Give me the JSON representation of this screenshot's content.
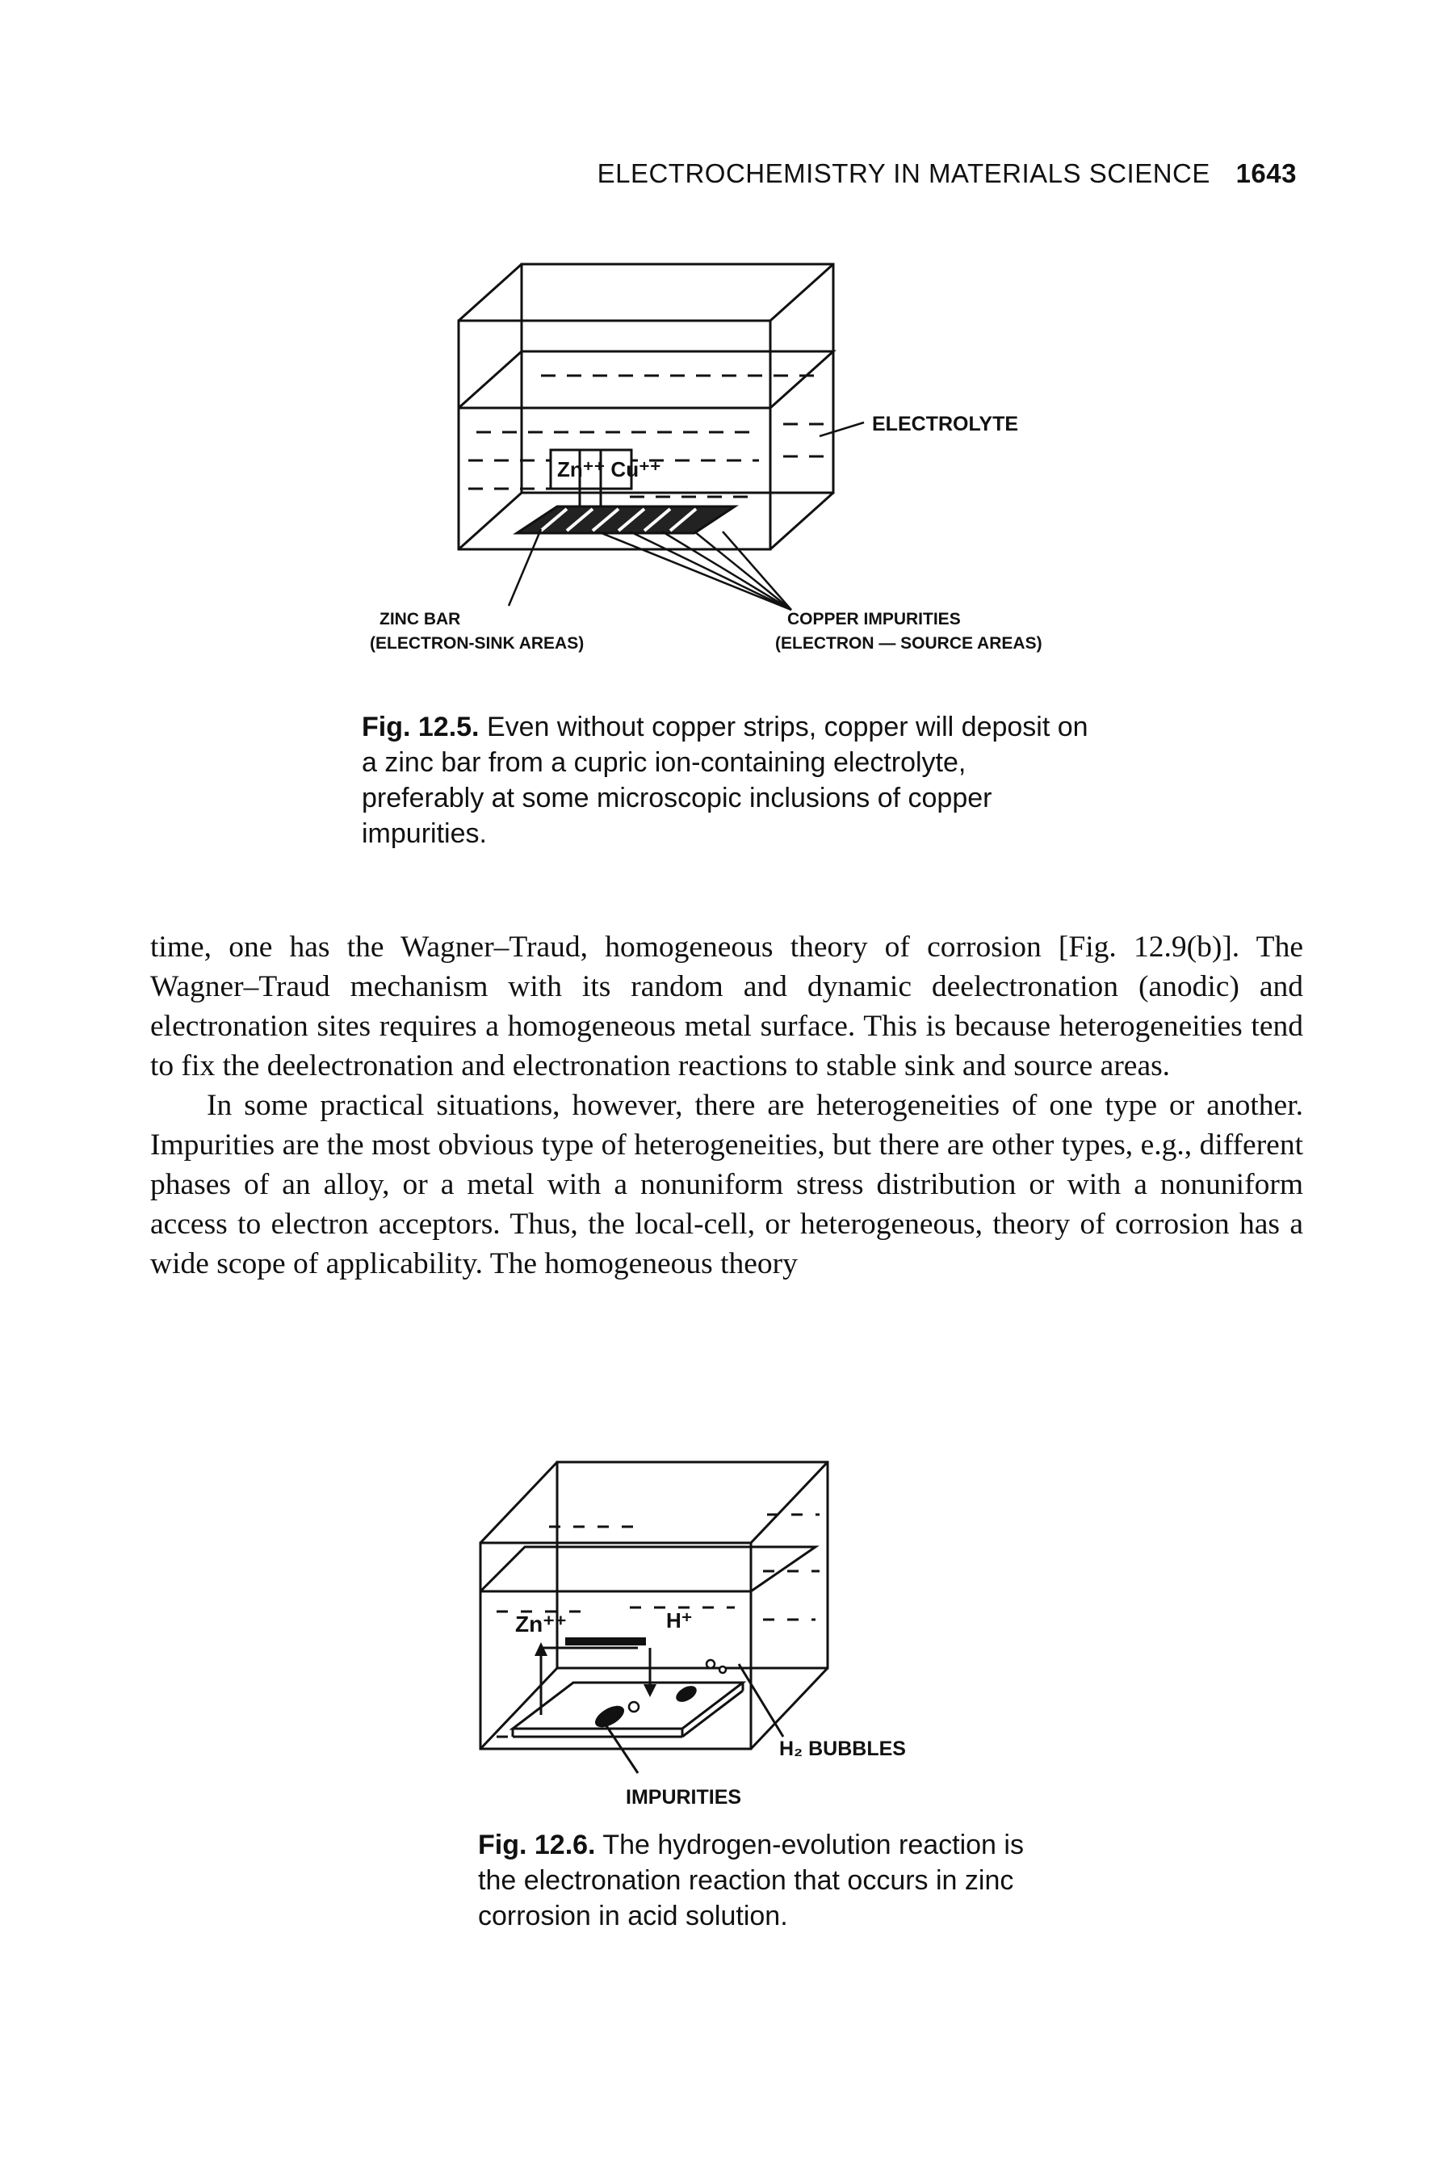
{
  "header": {
    "running_title": "ELECTROCHEMISTRY IN MATERIALS SCIENCE",
    "page_number": "1643"
  },
  "figure_12_5": {
    "labels": {
      "electrolyte": "ELECTROLYTE",
      "ions": "Zn⁺⁺ Cu⁺⁺",
      "zinc_bar_line1": "ZINC BAR",
      "zinc_bar_line2": "(ELECTRON-SINK AREAS)",
      "copper_line1": "COPPER IMPURITIES",
      "copper_line2": "(ELECTRON — SOURCE AREAS)"
    },
    "caption_label": "Fig. 12.5.",
    "caption_text": " Even without copper strips, copper will deposit on a zinc bar from a cupric ion-containing electrolyte, preferably at some microscopic inclusions of copper impurities."
  },
  "body": {
    "paragraph1": "time, one has the Wagner–Traud, homogeneous theory of corrosion [Fig. 12.9(b)]. The Wagner–Traud mechanism with its random and dynamic deelectronation (anodic) and electronation sites requires a homogeneous metal surface. This is because heterogeneities tend to fix the deelectronation and electronation reactions to stable sink and source areas.",
    "paragraph2": "In some practical situations, however, there are heterogeneities of one type or another. Impurities are the most obvious type of heterogeneities, but there are other types, e.g., different phases of an alloy, or a metal with a nonuniform stress distribution or with a nonuniform access to electron acceptors. Thus, the local-cell, or heterogeneous, theory of corrosion has a wide scope of applicability. The homogeneous theory"
  },
  "figure_12_6": {
    "labels": {
      "zinc_ion": "Zn⁺⁺",
      "hydrogen_ion": "H⁺",
      "h2_bubbles": "H₂ BUBBLES",
      "impurities": "IMPURITIES"
    },
    "caption_label": "Fig. 12.6.",
    "caption_text": " The hydrogen-evolution reaction is the electronation reaction that occurs in zinc corrosion in acid solution."
  }
}
